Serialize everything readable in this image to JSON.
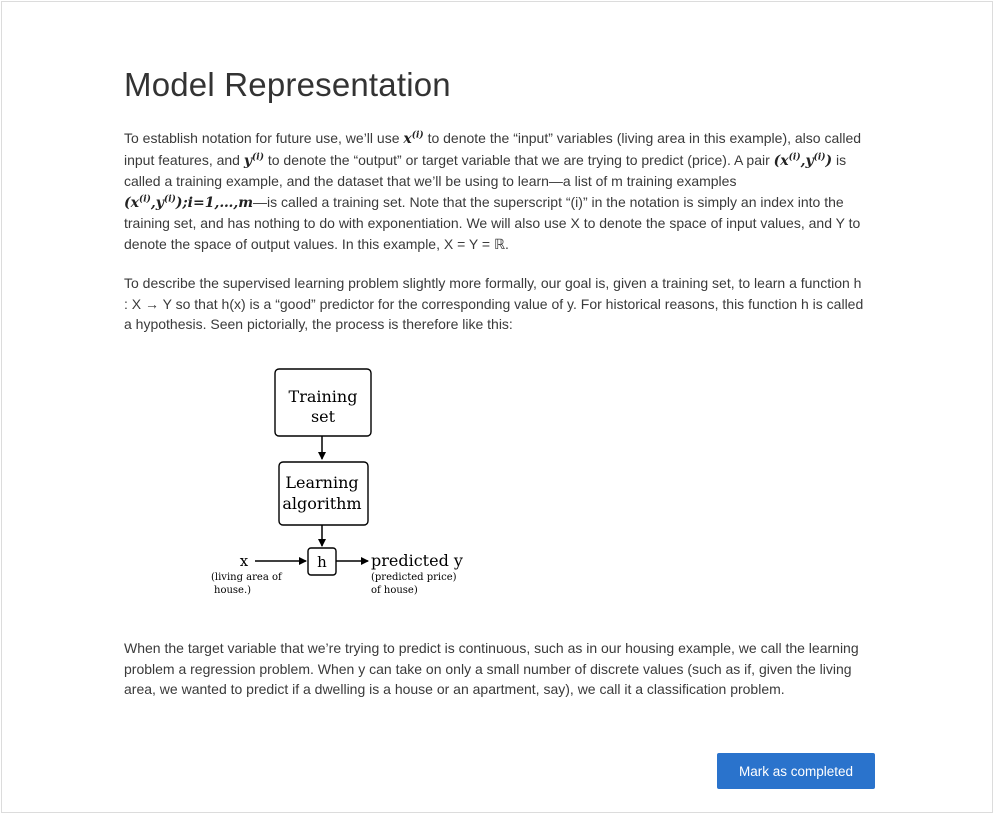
{
  "title": "Model Representation",
  "para1": {
    "t1": "To establish notation for future use, we’ll use ",
    "m_x": "x",
    "m_sup_i": "(i)",
    "t2": " to denote the “input” variables (living area in this example), also called input features, and ",
    "m_y": "y",
    "t3": " to denote the “output” or target variable that we are trying to predict (price). A pair ",
    "m_pair_open": "(x",
    "m_pair_mid": ",y",
    "m_pair_close": ")",
    "t4": " is called a training example, and the dataset that we’ll be using to learn—a list of m training examples ",
    "m_set_tail": ");i=1,…,m",
    "t5": "—is called a training set. Note that the superscript “(i)” in the notation is simply an index into the training set, and has nothing to do with exponentiation. We will also use X to denote the space of input values, and Y to denote the space of output values. In this example, X = Y = ℝ."
  },
  "para2": "To describe the supervised learning problem slightly more formally, our goal is, given a training set, to learn a function h : X → Y so that h(x) is a “good” predictor for the corresponding value of y. For historical reasons, this function h is called a hypothesis. Seen pictorially, the process is therefore like this:",
  "diagram": {
    "box1_line1": "Training",
    "box1_line2": "set",
    "box2_line1": "Learning",
    "box2_line2": "algorithm",
    "h_label": "h",
    "x_label": "x",
    "x_note1": "(living area of",
    "x_note2": "house.)",
    "y_label": "predicted y",
    "y_note1": "(predicted price)",
    "y_note2": "of house)"
  },
  "para3": "When the target variable that we’re trying to predict is continuous, such as in our housing example, we call the learning problem a regression problem. When y can take on only a small number of discrete values (such as if, given the living area, we wanted to predict if a dwelling is a house or an apartment, say), we call it a classification problem.",
  "button_label": "Mark as completed",
  "colors": {
    "button_bg": "#2a73cc",
    "text": "#3a3a3a"
  }
}
